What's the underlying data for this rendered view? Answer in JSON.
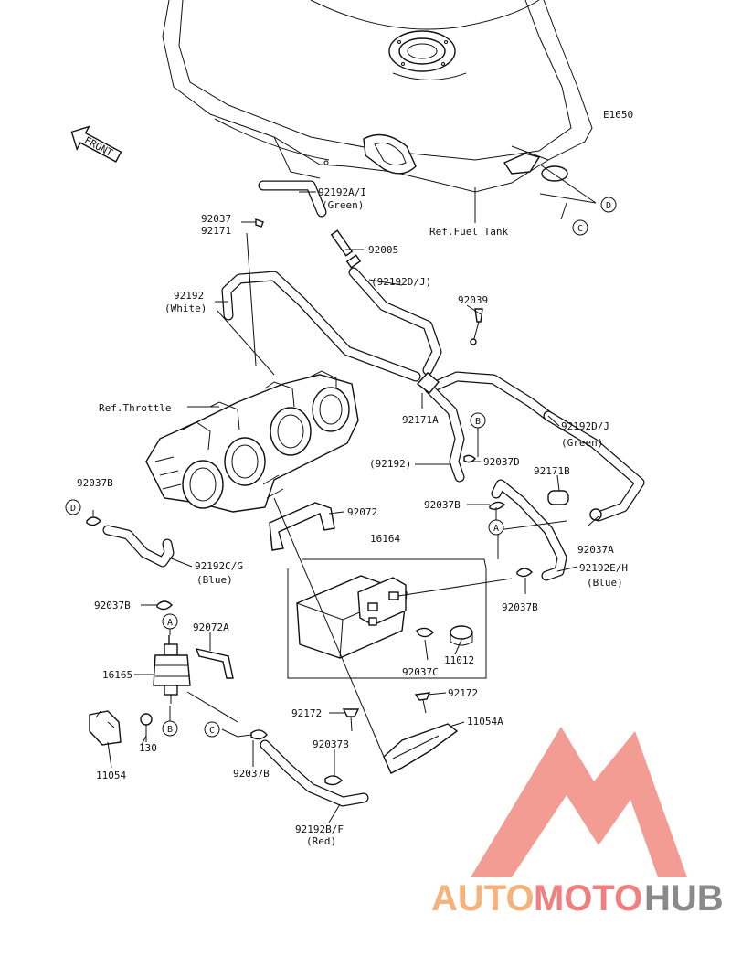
{
  "figure_code": "E1650",
  "front_label": "FRONT",
  "ref_fuel_tank": "Ref.Fuel Tank",
  "ref_throttle": "Ref.Throttle",
  "refs": {
    "A": "A",
    "B": "B",
    "C": "C",
    "D": "D"
  },
  "parts": {
    "p92192AI": "92192A/I",
    "p92192AI_color": "(Green)",
    "p92037": "92037",
    "p92171": "92171",
    "p92005": "92005",
    "p92192DJ_paren": "(92192D/J)",
    "p92039": "92039",
    "p92192": "92192",
    "p92192_color": "(White)",
    "p92171A": "92171A",
    "p92192_paren": "(92192)",
    "p92037D": "92037D",
    "p92192DJ": "92192D/J",
    "p92192DJ_color": "(Green)",
    "p92171B": "92171B",
    "p92037B_left": "92037B",
    "p92037B_mid": "92037B",
    "p92072": "92072",
    "p92037A": "92037A",
    "p16164": "16164",
    "p92192EH": "92192E/H",
    "p92192EH_color": "(Blue)",
    "p92192CG": "92192C/G",
    "p92192CG_color": "(Blue)",
    "p92037B_filter": "92037B",
    "p92037B_right": "92037B",
    "p92072A": "92072A",
    "p11012": "11012",
    "p92037C": "92037C",
    "p16165": "16165",
    "p92172_right": "92172",
    "p92172_left": "92172",
    "p11054A": "11054A",
    "p130": "130",
    "p11054": "11054",
    "p92037B_bottom": "92037B",
    "p92037B_lower": "92037B",
    "p92192BF": "92192B/F",
    "p92192BF_color": "(Red)"
  },
  "watermark": {
    "part1": "AUTO",
    "part2": "MOTO",
    "part3": "HUB",
    "colors": {
      "auto": "#f5b27a",
      "moto": "#f08080",
      "hub": "#8a8a8a",
      "logo": "#f28b82"
    }
  }
}
